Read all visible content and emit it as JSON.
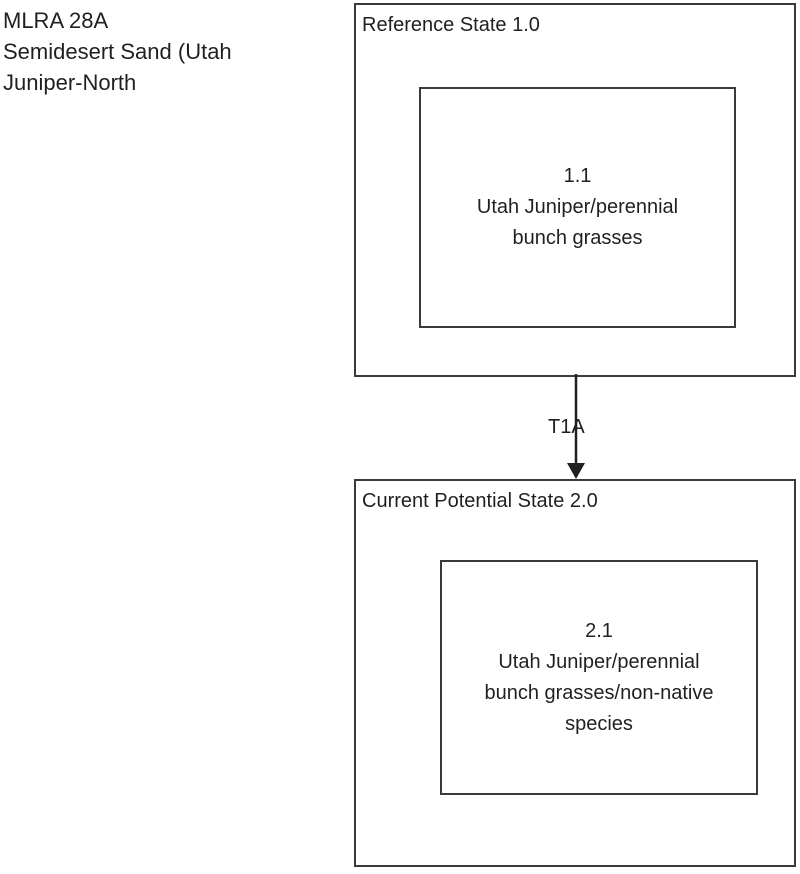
{
  "diagram": {
    "title": "MLRA 28A\nSemidesert Sand (Utah\nJuniper-North",
    "line_color": "#3a3a3a",
    "text_color": "#231f20",
    "background": "#ffffff"
  },
  "states": [
    {
      "id": "1.0",
      "label": "Reference State 1.0",
      "phases": [
        {
          "id": "1.1",
          "text": "1.1\nUtah Juniper/perennial\nbunch grasses"
        }
      ]
    },
    {
      "id": "2.0",
      "label": "Current Potential State 2.0",
      "phases": [
        {
          "id": "2.1",
          "text": "2.1\nUtah Juniper/perennial\nbunch grasses/non-native\nspecies"
        }
      ]
    }
  ],
  "transitions": [
    {
      "id": "T1A",
      "label": "T1A",
      "from": "1.0",
      "to": "2.0",
      "direction": "down"
    }
  ]
}
